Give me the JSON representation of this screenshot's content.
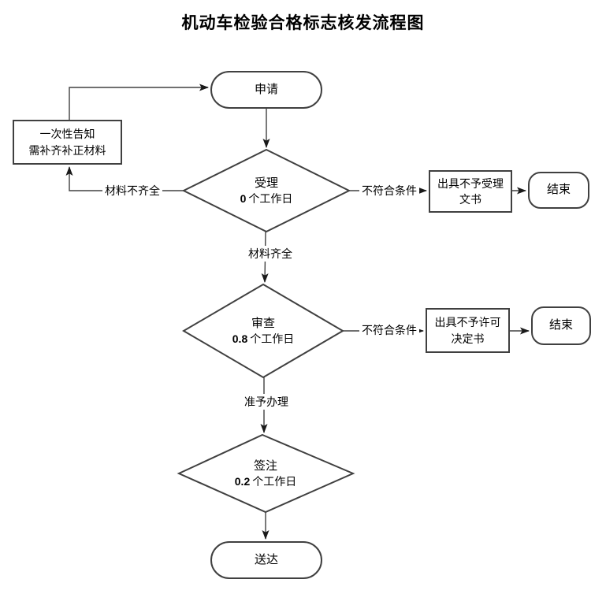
{
  "title": "机动车检验合格标志核发流程图",
  "colors": {
    "line": "#404040",
    "arrow": "#1a1a1a",
    "text": "#000000",
    "background": "#ffffff"
  },
  "nodes": {
    "apply": {
      "label": "申请"
    },
    "notice": {
      "line1": "一次性告知",
      "line2": "需补齐补正材料"
    },
    "accept": {
      "label": "受理",
      "days": "0",
      "unit": "个工作日"
    },
    "reject_accept_doc": {
      "line1": "出具不予受理",
      "line2": "文书"
    },
    "end1": {
      "label": "结束"
    },
    "review": {
      "label": "审查",
      "days": "0.8",
      "unit": "个工作日"
    },
    "reject_permit_doc": {
      "line1": "出具不予许可",
      "line2": "决定书"
    },
    "end2": {
      "label": "结束"
    },
    "endorse": {
      "label": "签注",
      "days": "0.2",
      "unit": "个工作日"
    },
    "deliver": {
      "label": "送达"
    }
  },
  "edge_labels": {
    "materials_incomplete": "材料不齐全",
    "not_qualified_1": "不符合条件",
    "materials_complete": "材料齐全",
    "not_qualified_2": "不符合条件",
    "approved": "准予办理"
  }
}
